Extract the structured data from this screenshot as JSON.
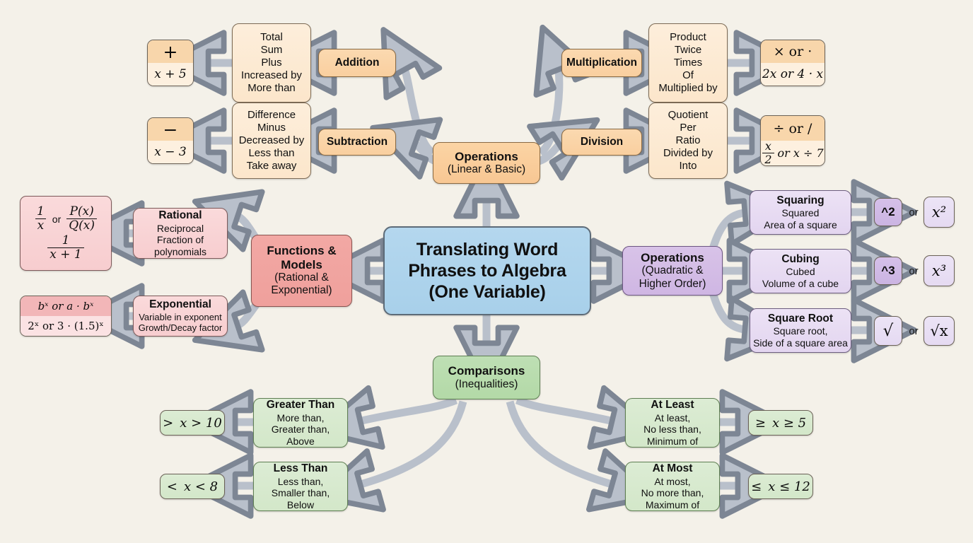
{
  "meta": {
    "background_color": "#f4f1e9",
    "arrow_color": "#b9c0cb",
    "arrow_stroke": "#7d8694"
  },
  "center": {
    "line1": "Translating Word",
    "line2": "Phrases to Algebra",
    "line3": "(One Variable)",
    "color": "#a8d0ea"
  },
  "hubs": {
    "linear": {
      "title": "Operations",
      "subtitle": "(Linear & Basic)",
      "color": "#f8c793"
    },
    "functions": {
      "title_line1": "Functions &",
      "title_line2": "Models",
      "subtitle_line1": "(Rational &",
      "subtitle_line2": "Exponential)",
      "color": "#efa09c"
    },
    "quadratic": {
      "title": "Operations",
      "subtitle_line1": "(Quadratic &",
      "subtitle_line2": "Higher Order)",
      "color": "#cfb6e3"
    },
    "comparisons": {
      "title": "Comparisons",
      "subtitle": "(Inequalities)",
      "color": "#b3d9a7"
    }
  },
  "branches": {
    "addition": {
      "chip": "Addition",
      "keywords": [
        "Total",
        "Sum",
        "Plus",
        "Increased by",
        "More than"
      ],
      "symbol": "+",
      "example": "x + 5"
    },
    "subtraction": {
      "chip": "Subtraction",
      "keywords": [
        "Difference",
        "Minus",
        "Decreased by",
        "Less than",
        "Take away"
      ],
      "symbol": "−",
      "example": "x − 3"
    },
    "multiplication": {
      "chip": "Multiplication",
      "keywords": [
        "Product",
        "Twice",
        "Times",
        "Of",
        "Multiplied by"
      ],
      "symbol": "× or ·",
      "example": "2x or 4 · x"
    },
    "division": {
      "chip": "Division",
      "keywords": [
        "Quotient",
        "Per",
        "Ratio",
        "Divided by",
        "Into"
      ],
      "symbol": "÷ or /",
      "example_frac_num": "x",
      "example_frac_den": "2",
      "example_tail": "or x ÷ 7"
    },
    "rational": {
      "title": "Rational",
      "keywords": [
        "Reciprocal",
        "Fraction of",
        "polynomials"
      ],
      "formula_a_num": "1",
      "formula_a_den": "x",
      "formula_or": "or",
      "formula_b_num": "P(x)",
      "formula_b_den": "Q(x)",
      "formula_c_num": "1",
      "formula_c_den": "x + 1"
    },
    "exponential": {
      "title": "Exponential",
      "keywords": [
        "Variable in exponent",
        "Growth/Decay factor"
      ],
      "symbol_top": "bˣ or a · bˣ",
      "example": "2ˣ or 3 · (1.5)ˣ"
    },
    "squaring": {
      "title": "Squaring",
      "keywords": [
        "Squared",
        "Area of a square"
      ],
      "symbol": "^2",
      "or": "or",
      "example": "x²"
    },
    "cubing": {
      "title": "Cubing",
      "keywords": [
        "Cubed",
        "Volume of a cube"
      ],
      "symbol": "^3",
      "or": "or",
      "example": "x³"
    },
    "square_root": {
      "title": "Square Root",
      "keywords": [
        "Square root,",
        "Side of a square area"
      ],
      "symbol": "√",
      "or": "or",
      "example": "√x"
    },
    "greater_than": {
      "title": "Greater Than",
      "keywords": [
        "More than,",
        "Greater than,",
        "Above"
      ],
      "symbol": ">",
      "example": "x > 10"
    },
    "less_than": {
      "title": "Less Than",
      "keywords": [
        "Less than,",
        "Smaller than,",
        "Below"
      ],
      "symbol": "<",
      "example": "x < 8"
    },
    "at_least": {
      "title": "At Least",
      "keywords": [
        "At least,",
        "No less than,",
        "Minimum of"
      ],
      "symbol": "≥",
      "example": "x ≥ 5"
    },
    "at_most": {
      "title": "At Most",
      "keywords": [
        "At most,",
        "No more than,",
        "Maximum of"
      ],
      "symbol": "≤",
      "example": "x ≤ 12"
    }
  }
}
